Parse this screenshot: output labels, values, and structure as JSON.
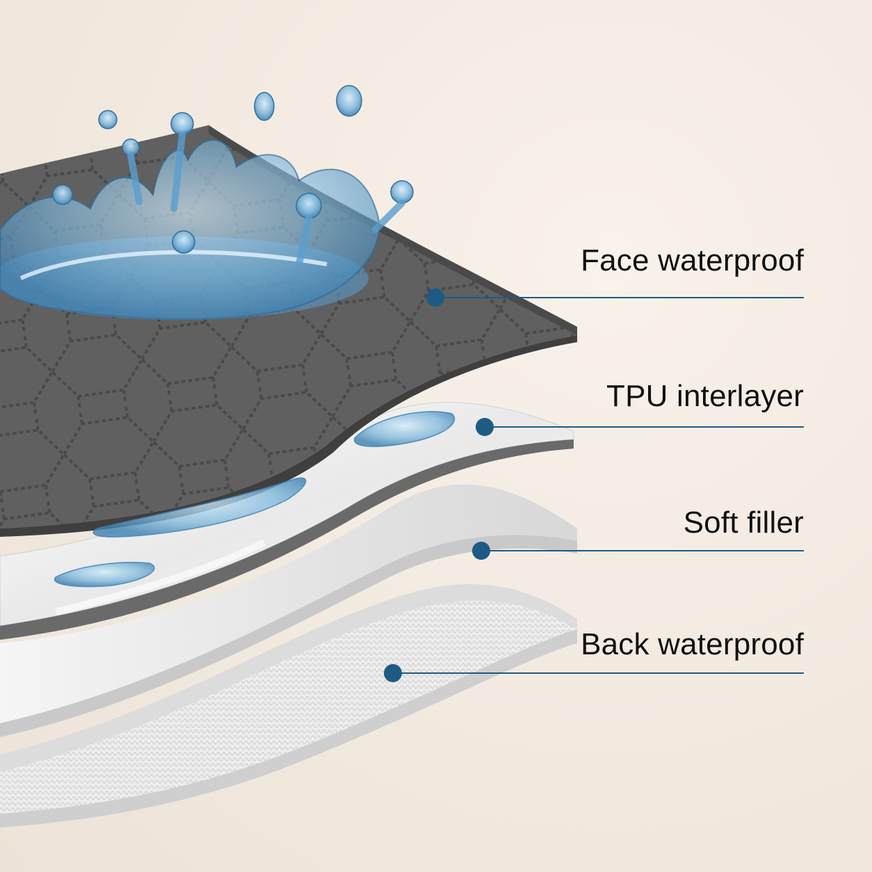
{
  "colors": {
    "background": "#f2e9df",
    "marker": "#1d5b85",
    "face_fabric": "#5e5e5e",
    "water": "#7fb8dc"
  },
  "layers": [
    {
      "label": "Face waterproof"
    },
    {
      "label": "TPU interlayer"
    },
    {
      "label": "Soft filler"
    },
    {
      "label": "Back waterproof"
    }
  ]
}
